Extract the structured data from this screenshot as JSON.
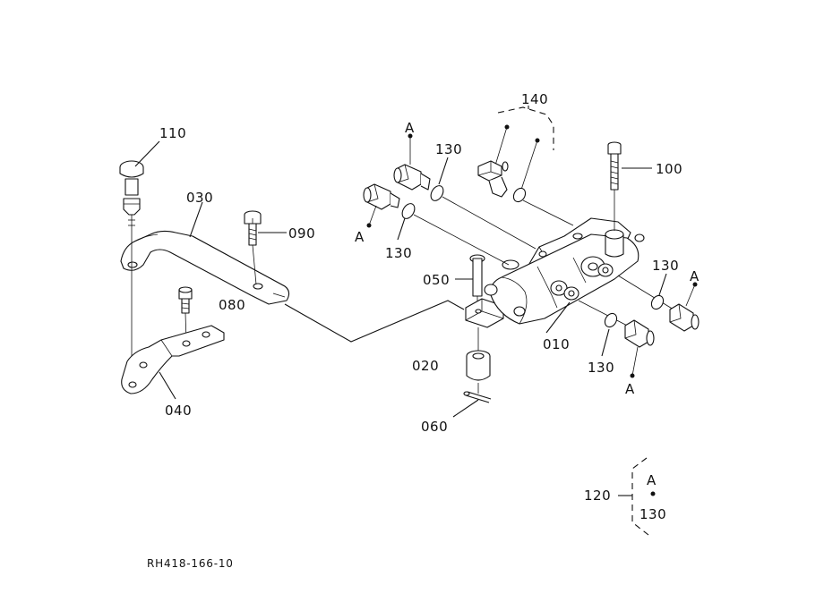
{
  "labels": {
    "p010": "010",
    "p020": "020",
    "p030": "030",
    "p040": "040",
    "p050": "050",
    "p060": "060",
    "p080": "080",
    "p090": "090",
    "p100": "100",
    "p110": "110",
    "p120": "120",
    "p130_a": "130",
    "p130_b": "130",
    "p130_c": "130",
    "p130_d": "130",
    "p130_kit": "130",
    "p140": "140",
    "a1": "A",
    "a2": "A",
    "a3": "A",
    "a4": "A",
    "a_kit": "A"
  },
  "drawing_number": "RH418-166-10"
}
